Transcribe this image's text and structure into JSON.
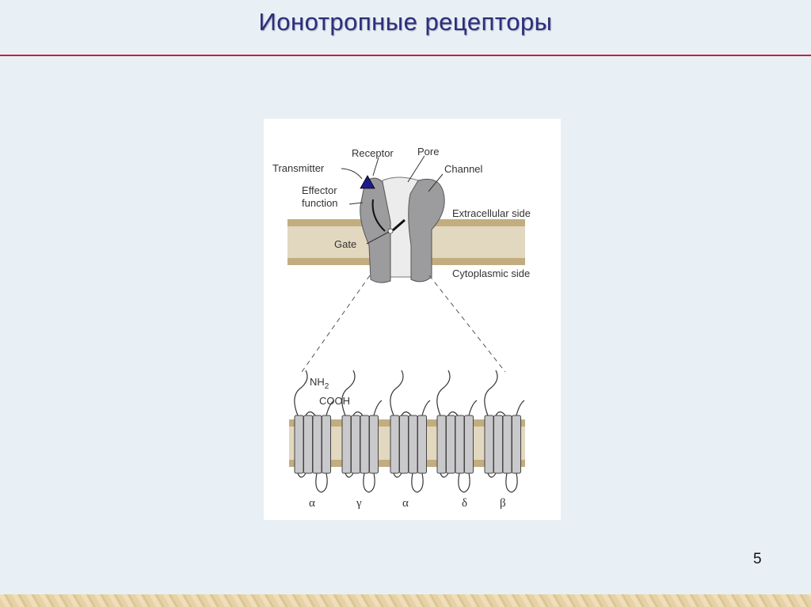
{
  "slide": {
    "title": "Ионотропные рецепторы",
    "page_number": "5"
  },
  "diagram": {
    "labels": {
      "receptor": "Receptor",
      "pore": "Pore",
      "transmitter": "Transmitter",
      "channel": "Channel",
      "effector": "Effector",
      "function": "function",
      "extracellular": "Extracellular side",
      "gate": "Gate",
      "cytoplasmic": "Cytoplasmic side",
      "nh2": "NH",
      "nh2_sub": "2",
      "cooh": "COOH"
    },
    "subunits": [
      "α",
      "γ",
      "α",
      "δ",
      "β"
    ],
    "colors": {
      "transmitter": "#1c1a8a",
      "membrane_band": "#c2ad80",
      "membrane_core": "#e2d8bf",
      "protein": "#9c9c9f"
    }
  }
}
